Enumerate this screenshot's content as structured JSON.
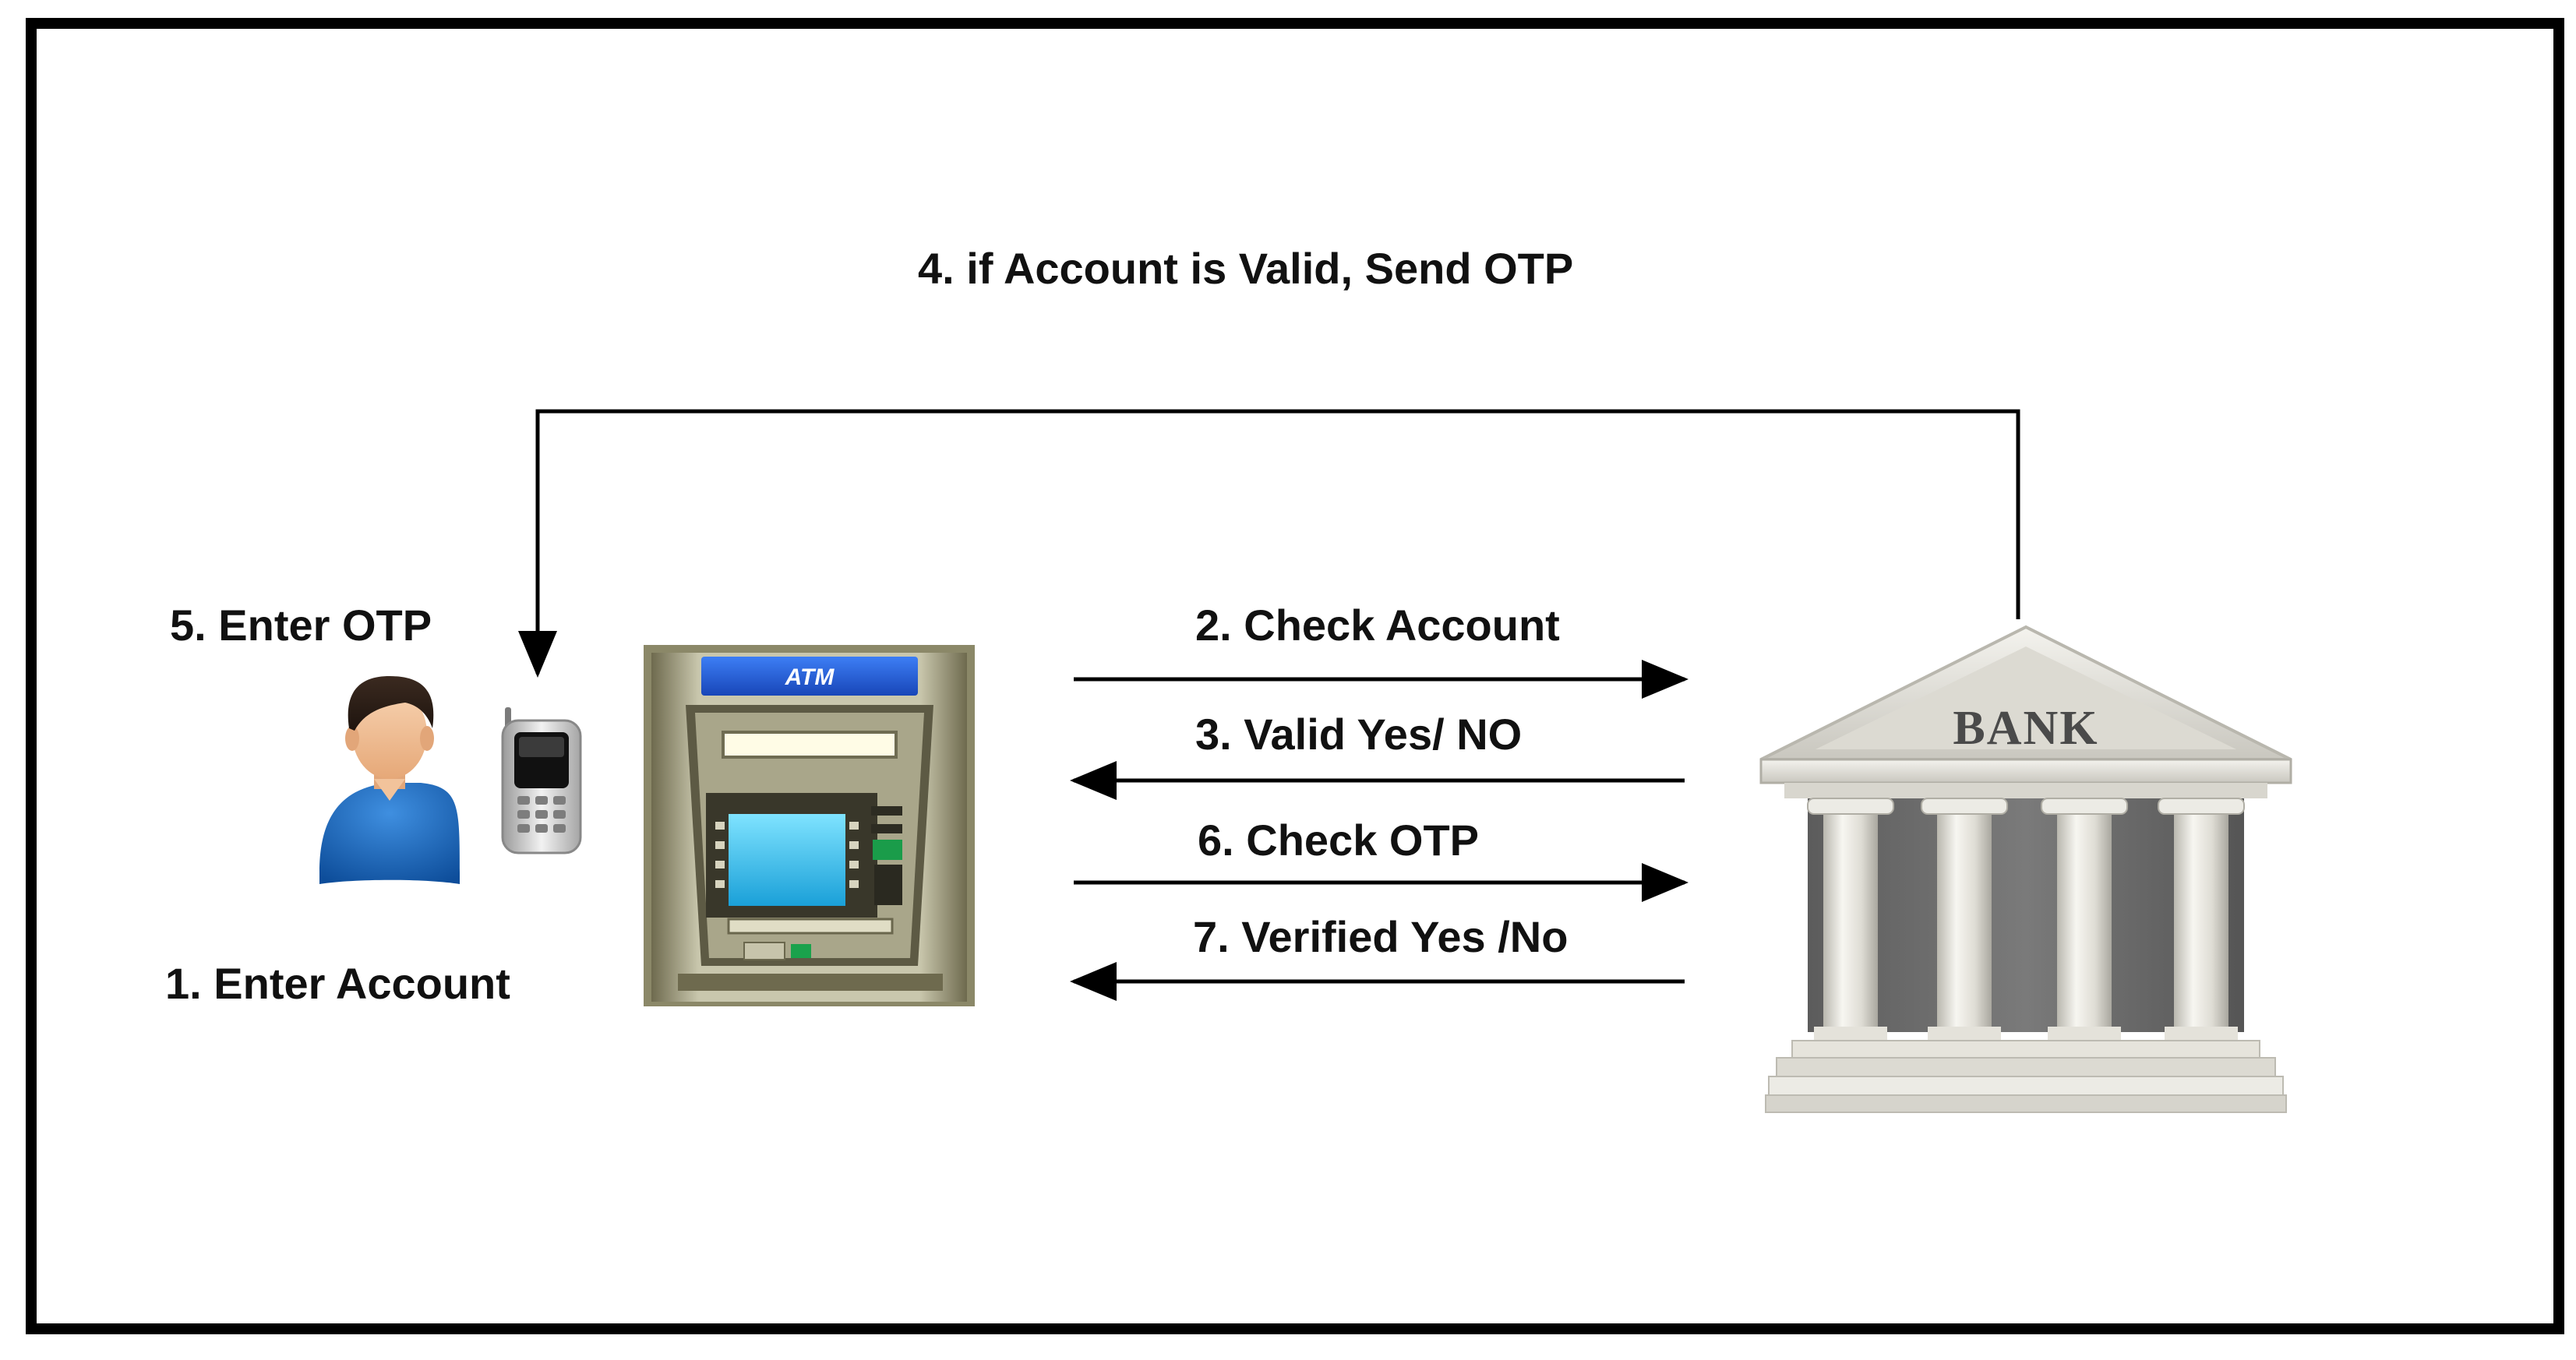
{
  "diagram": {
    "steps": {
      "enter_account": "1. Enter  Account",
      "check_account": "2. Check Account",
      "valid_yes_no": "3. Valid Yes/ NO",
      "send_otp": "4. if Account is Valid, Send OTP",
      "enter_otp": "5. Enter  OTP",
      "check_otp": "6. Check OTP",
      "verified_yes_no": "7. Verified Yes /No"
    },
    "atm_sign": "ATM",
    "bank_sign": "BANK"
  }
}
